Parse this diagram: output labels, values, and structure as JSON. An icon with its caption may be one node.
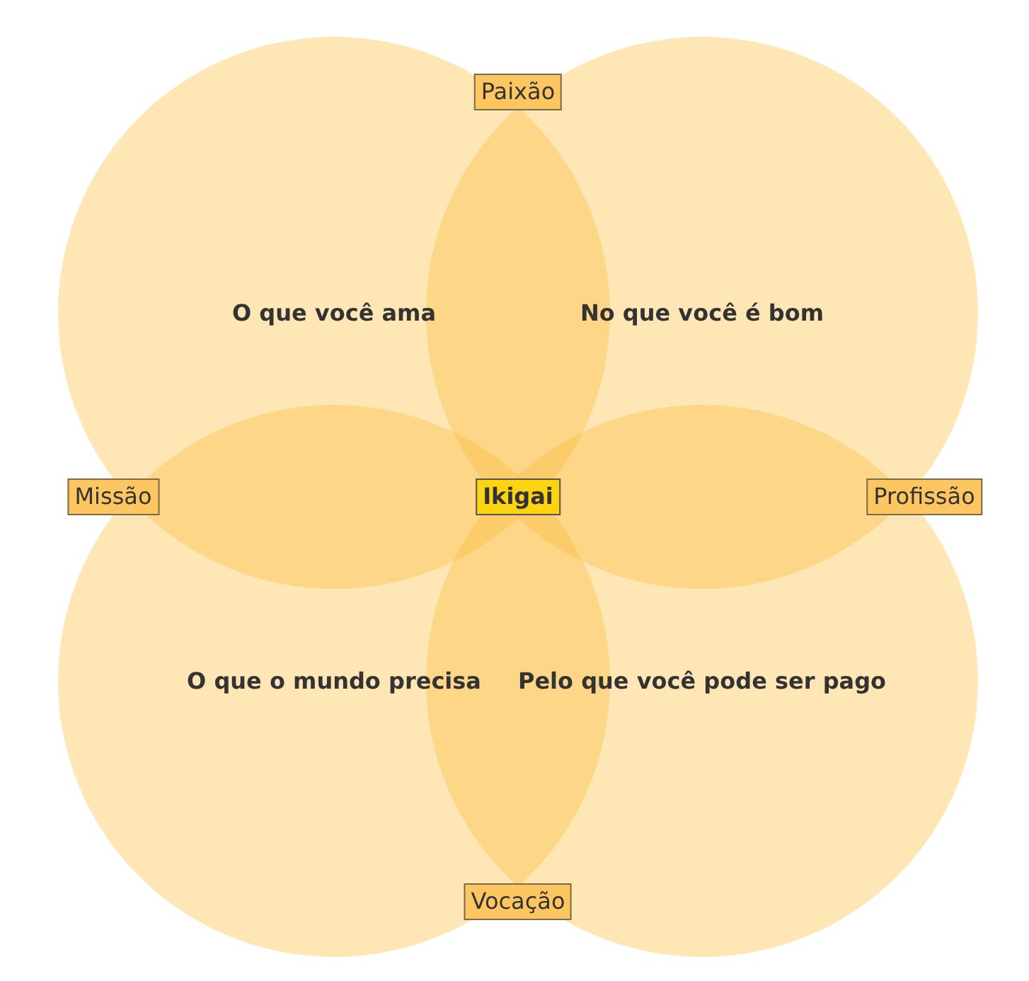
{
  "diagram": {
    "nodes": [
      {
        "text": [
          "O que você ama"
        ]
      },
      {
        "text": [
          "No que você é bom"
        ]
      },
      {
        "text": [
          "O que o mundo precisa"
        ]
      },
      {
        "text": [
          "Pelo que você pode ser pago"
        ]
      },
      {
        "text": [
          "Paixão"
        ]
      },
      {
        "text": [
          "Missão"
        ]
      },
      {
        "text": [
          "Profissão"
        ]
      },
      {
        "text": [
          "Vocação"
        ]
      },
      {
        "text": [
          "Ikigai"
        ]
      }
    ]
  }
}
